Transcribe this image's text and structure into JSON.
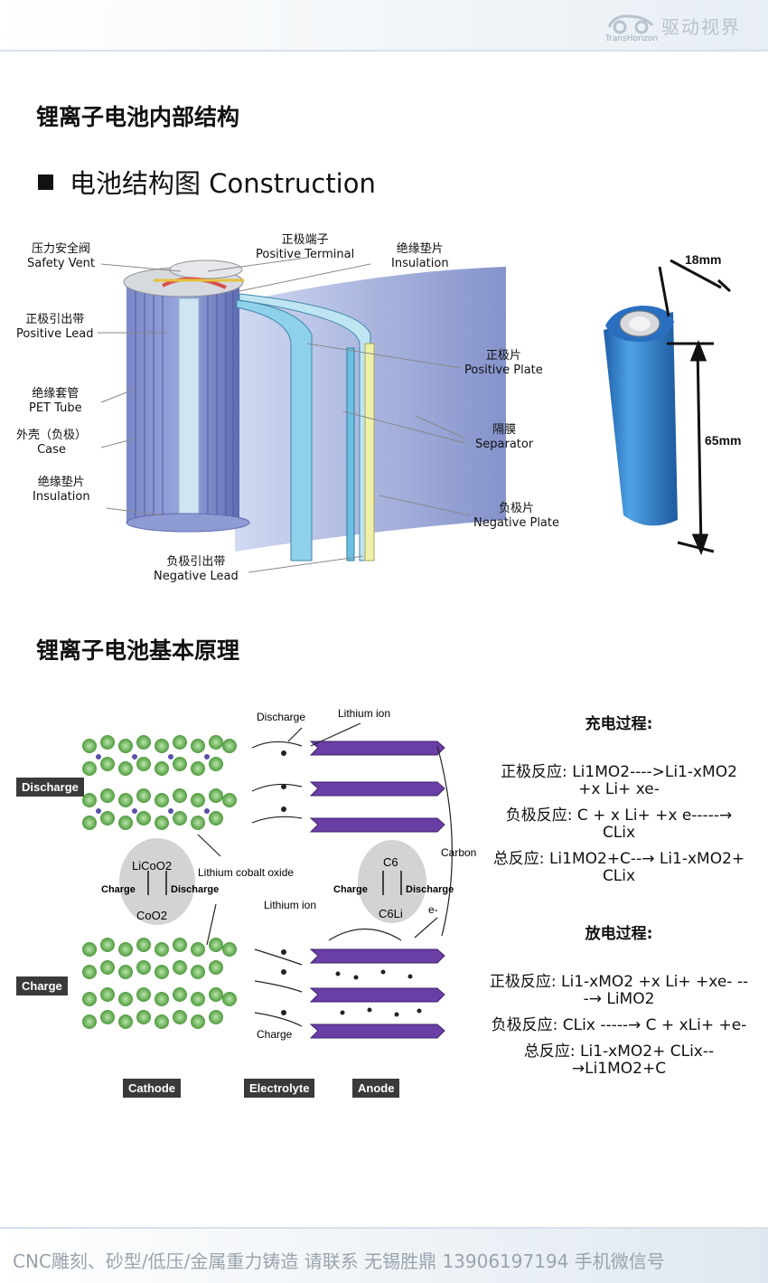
{
  "header": {
    "logo_text": "驱动视界",
    "logo_sub": "TransHorizon"
  },
  "section1": {
    "title": "锂离子电池内部结构",
    "subtitle": "电池结构图 Construction"
  },
  "diagram_labels": {
    "safety_vent": "压力安全阀\nSafety Vent",
    "positive_terminal": "正极端子\nPositive Terminal",
    "insulation_top": "绝缘垫片\nInsulation",
    "positive_lead": "正极引出带\nPositive Lead",
    "pet_tube": "绝缘套管\nPET Tube",
    "case": "外壳（负极）\nCase",
    "insulation_bottom": "绝缘垫片\nInsulation",
    "negative_lead": "负极引出带\nNegative Lead",
    "positive_plate": "正极片\nPositive Plate",
    "separator": "隔膜\nSeparator",
    "negative_plate": "负极片\nNegative Plate"
  },
  "battery_photo": {
    "diameter": "18mm",
    "height": "65mm",
    "body_color": "#2f86cf"
  },
  "section2": {
    "title": "锂离子电池基本原理"
  },
  "principle_diagram": {
    "discharge_tag": "Discharge",
    "charge_tag": "Charge",
    "discharge_label": "Discharge",
    "lithium_ion_top": "Lithium ion",
    "lithium_ion_mid": "Lithium ion",
    "carbon": "Carbon",
    "lco_top": "LiCoO2",
    "lco_bottom": "CoO2",
    "lco_charge": "Charge",
    "lco_discharge": "Discharge",
    "c_top": "C6",
    "c_bottom": "C6Li",
    "c_charge": "Charge",
    "c_discharge": "Discharge",
    "lithium_cobalt_oxide": "Lithium cobalt oxide",
    "electron": "e-",
    "charge_bottom": "Charge",
    "cathode": "Cathode",
    "electrolyte": "Electrolyte",
    "anode": "Anode"
  },
  "charge_process": {
    "title": "充电过程:",
    "positive": "正极反应:   Li1MO2---->Li1-xMO2 +x Li+ xe-",
    "negative": "负极反应:   C + x Li+ +x e-----→ CLix",
    "total": "总反应:    Li1MO2+C--→ Li1-xMO2+ CLix"
  },
  "discharge_process": {
    "title": "放电过程:",
    "positive": "正极反应:   Li1-xMO2 +x Li+ +xe- ---→ LiMO2",
    "negative": "负极反应:   CLix -----→ C + xLi+ +e-",
    "total": "总反应:   Li1-xMO2+ CLix--→Li1MO2+C"
  },
  "footer": {
    "text": "CNC雕刻、砂型/低压/金属重力铸造 请联系 无锡胜鼎 13906197194 手机微信号"
  }
}
